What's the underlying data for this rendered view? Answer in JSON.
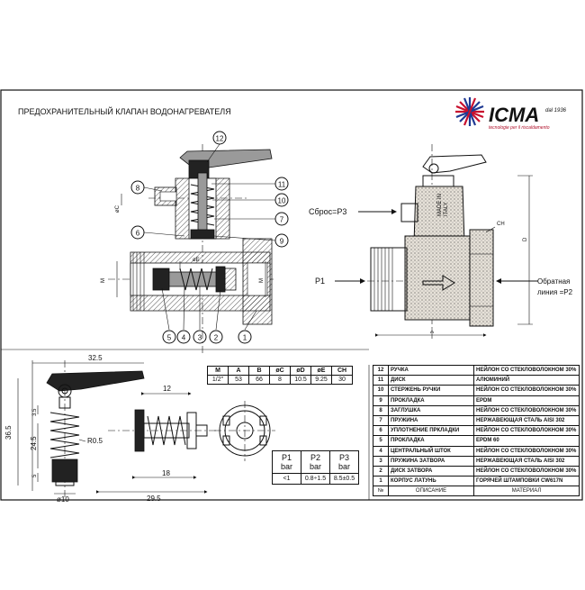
{
  "title": "ПРЕДОХРАНИТЕЛЬНЫЙ КЛАПАН ВОДОНАГРЕВАТЕЛЯ",
  "brand": {
    "name": "ICMA",
    "suffix": "dal 1936",
    "tagline": "tecnologie per il riscaldamento"
  },
  "callouts": [
    "1",
    "2",
    "3",
    "4",
    "5",
    "6",
    "7",
    "8",
    "9",
    "10",
    "11",
    "12"
  ],
  "flow_labels": {
    "reset": "Сброс=P3",
    "inlet": "P1",
    "return_label": "Обратная",
    "return_value": "линия =P2"
  },
  "valve_marking": [
    "MADE IN",
    "ITALY"
  ],
  "dim_letters": {
    "m": "M",
    "a": "A",
    "b": "B",
    "c": "øC",
    "d": "D",
    "e": "øE",
    "ch": "CH"
  },
  "small_dims": {
    "w325": "32.5",
    "h365": "36.5",
    "h35": "3.5",
    "h245": "24.5",
    "h5": "5",
    "r05": "R0.5",
    "d10": "ø10",
    "w12": "12",
    "w18": "18",
    "w295": "29.5"
  },
  "dim_table": {
    "headers": [
      "M",
      "A",
      "B",
      "øC",
      "øD",
      "øE",
      "CH"
    ],
    "row": [
      "1/2\"",
      "53",
      "66",
      "8",
      "10.5",
      "9.25",
      "30"
    ]
  },
  "pressure_table": {
    "headers": [
      [
        "P1",
        "bar"
      ],
      [
        "P2",
        "bar"
      ],
      [
        "P3",
        "bar"
      ]
    ],
    "row": [
      "<1",
      "0.8÷1.5",
      "8.5±0.5"
    ]
  },
  "parts": [
    {
      "no": "12",
      "name": "РУЧКА",
      "material": "НЕЙЛОН СО СТЕКЛОВОЛОКНОМ 30%"
    },
    {
      "no": "11",
      "name": "ДИСК",
      "material": "АЛЮМИНИЙ"
    },
    {
      "no": "10",
      "name": "СТЕРЖЕНЬ РУЧКИ",
      "material": "НЕЙЛОН СО СТЕКЛОВОЛОКНОМ 30%"
    },
    {
      "no": "9",
      "name": "ПРОКЛАДКА",
      "material": "EPDM"
    },
    {
      "no": "8",
      "name": "ЗАГЛУШКА",
      "material": "НЕЙЛОН СО СТЕКЛОВОЛОКНОМ 30%"
    },
    {
      "no": "7",
      "name": "ПРУЖИНА",
      "material": "НЕРЖАВЕЮЩАЯ СТАЛЬ AISI 302"
    },
    {
      "no": "6",
      "name": "УПЛОТНЕНИЕ ПРКЛАДКИ",
      "material": "НЕЙЛОН СО СТЕКЛОВОЛОКНОМ 30%"
    },
    {
      "no": "5",
      "name": "ПРОКЛАДКА",
      "material": "EPDM 60"
    },
    {
      "no": "4",
      "name": "ЦЕНТРАЛЬНЫЙ ШТОК",
      "material": "НЕЙЛОН СО СТЕКЛОВОЛОКНОМ 30%"
    },
    {
      "no": "3",
      "name": "ПРУЖИНА ЗАТВОРА",
      "material": "НЕРЖАВЕЮЩАЯ СТАЛЬ AISI 302"
    },
    {
      "no": "2",
      "name": "ДИСК ЗАТВОРА",
      "material": "НЕЙЛОН СО СТЕКЛОВОЛОКНОМ 30%"
    },
    {
      "no": "1",
      "name": "КОРПУС ЛАТУНЬ",
      "material": "ГОРЯЧЕЙ ШТАМПОВКИ CW617N"
    }
  ],
  "parts_header": {
    "no": "№",
    "name": "ОПИСАНИЕ",
    "material": "МАТЕРИАЛ"
  }
}
